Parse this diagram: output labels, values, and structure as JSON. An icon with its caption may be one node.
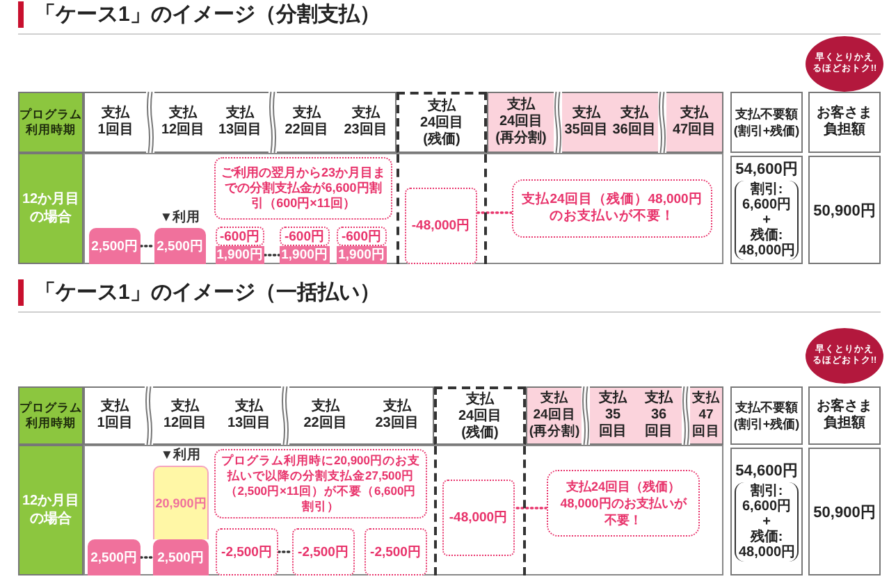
{
  "diagram": {
    "nodes": [
      {
        "text": [
          "プログラム利用時期"
        ]
      },
      {
        "text": [
          "支払 1回目"
        ]
      },
      {
        "text": [
          "支払 12回目",
          "支払 13回目"
        ]
      },
      {
        "text": [
          "支払 22回目",
          "支払 23回目"
        ]
      },
      {
        "text": [
          "支払 24回目 (残価)"
        ]
      },
      {
        "text": [
          "支払 24回目 (再分割)"
        ]
      },
      {
        "text": [
          "支払 35回目",
          "支払 36回目"
        ]
      },
      {
        "text": [
          "支払 47回目"
        ]
      },
      {
        "text": [
          "早くとりかえるほどおトク!!"
        ]
      },
      {
        "text": [
          "支払不要額 (割引+残価)"
        ]
      },
      {
        "text": [
          "お客さま負担額"
        ]
      },
      {
        "text": [
          "12か月目の場合"
        ]
      },
      {
        "text": [
          "2,500円"
        ]
      },
      {
        "text": [
          "2,500円"
        ],
        "beside": [
          "▼利用"
        ]
      },
      {
        "text": [
          "ご利用の翌月から23か月目までの分割支払金が6,600円割引（600円×11回）"
        ]
      },
      {
        "text": [
          "-600円"
        ]
      },
      {
        "text": [
          "1,900円"
        ]
      },
      {
        "text": [
          "-600円"
        ]
      },
      {
        "text": [
          "1,900円"
        ]
      },
      {
        "text": [
          "-600円"
        ]
      },
      {
        "text": [
          "1,900円"
        ]
      },
      {
        "text": [
          "-48,000円"
        ]
      },
      {
        "text": [
          "支払24回目（残価）48,000円のお支払いが不要！"
        ]
      },
      {
        "text": [
          "54,600円",
          "割引: 6,600円 + 残価: 48,000円"
        ]
      },
      {
        "text": [
          "50,900円"
        ]
      },
      {
        "text": [
          "プログラム利用時期"
        ]
      },
      {
        "text": [
          "支払 1回目"
        ]
      },
      {
        "text": [
          "支払 12回目",
          "支払 13回目"
        ]
      },
      {
        "text": [
          "支払 22回目",
          "支払 23回目"
        ]
      },
      {
        "text": [
          "支払 24回目 (残価)"
        ]
      },
      {
        "text": [
          "支払 24回目 (再分割)"
        ]
      },
      {
        "text": [
          "支払 35 回目",
          "支払 36 回目"
        ]
      },
      {
        "text": [
          "支払 47 回目"
        ]
      },
      {
        "text": [
          "早くとりかえるほどおトク!!"
        ]
      },
      {
        "text": [
          "支払不要額 (割引+残価)"
        ]
      },
      {
        "text": [
          "お客さま負担額"
        ]
      },
      {
        "text": [
          "12か月目の場合"
        ]
      },
      {
        "text": [
          "2,500円"
        ]
      },
      {
        "text": [
          "20,900円"
        ],
        "beside": [
          "▼利用"
        ]
      },
      {
        "text": [
          "2,500円"
        ]
      },
      {
        "text": [
          "プログラム利用時に20,900円のお支払いで以降の分割支払金27,500円（2,500円×11回）が不要（6,600円割引）"
        ]
      },
      {
        "text": [
          "-2,500円"
        ]
      },
      {
        "text": [
          "-2,500円"
        ]
      },
      {
        "text": [
          "-2,500円"
        ]
      },
      {
        "text": [
          "-48,000円"
        ]
      },
      {
        "text": [
          "支払24回目（残価）48,000円のお支払いが不要！"
        ]
      },
      {
        "text": [
          "54,600円",
          "割引: 6,600円 + 残価: 48,000円"
        ]
      },
      {
        "text": [
          "50,900円"
        ]
      }
    ],
    "edges": [
      {
        "from": 12,
        "to": 13,
        "arrow": "none",
        "style": "dashed"
      },
      {
        "from": 16,
        "to": 18,
        "arrow": "none",
        "style": "dashed"
      },
      {
        "from": 22,
        "to": 21,
        "arrow": "none",
        "style": "dashed",
        "color": "#e8336b"
      },
      {
        "from": 37,
        "to": 39,
        "arrow": "none",
        "style": "dashed"
      },
      {
        "from": 41,
        "to": 42,
        "arrow": "none",
        "style": "dashed"
      },
      {
        "from": 45,
        "to": 44,
        "arrow": "none",
        "style": "dashed",
        "color": "#e8336b"
      }
    ],
    "labels": [
      "「ケース1」のイメージ（分割支払）",
      "「ケース1」のイメージ（一括払い）"
    ]
  }
}
